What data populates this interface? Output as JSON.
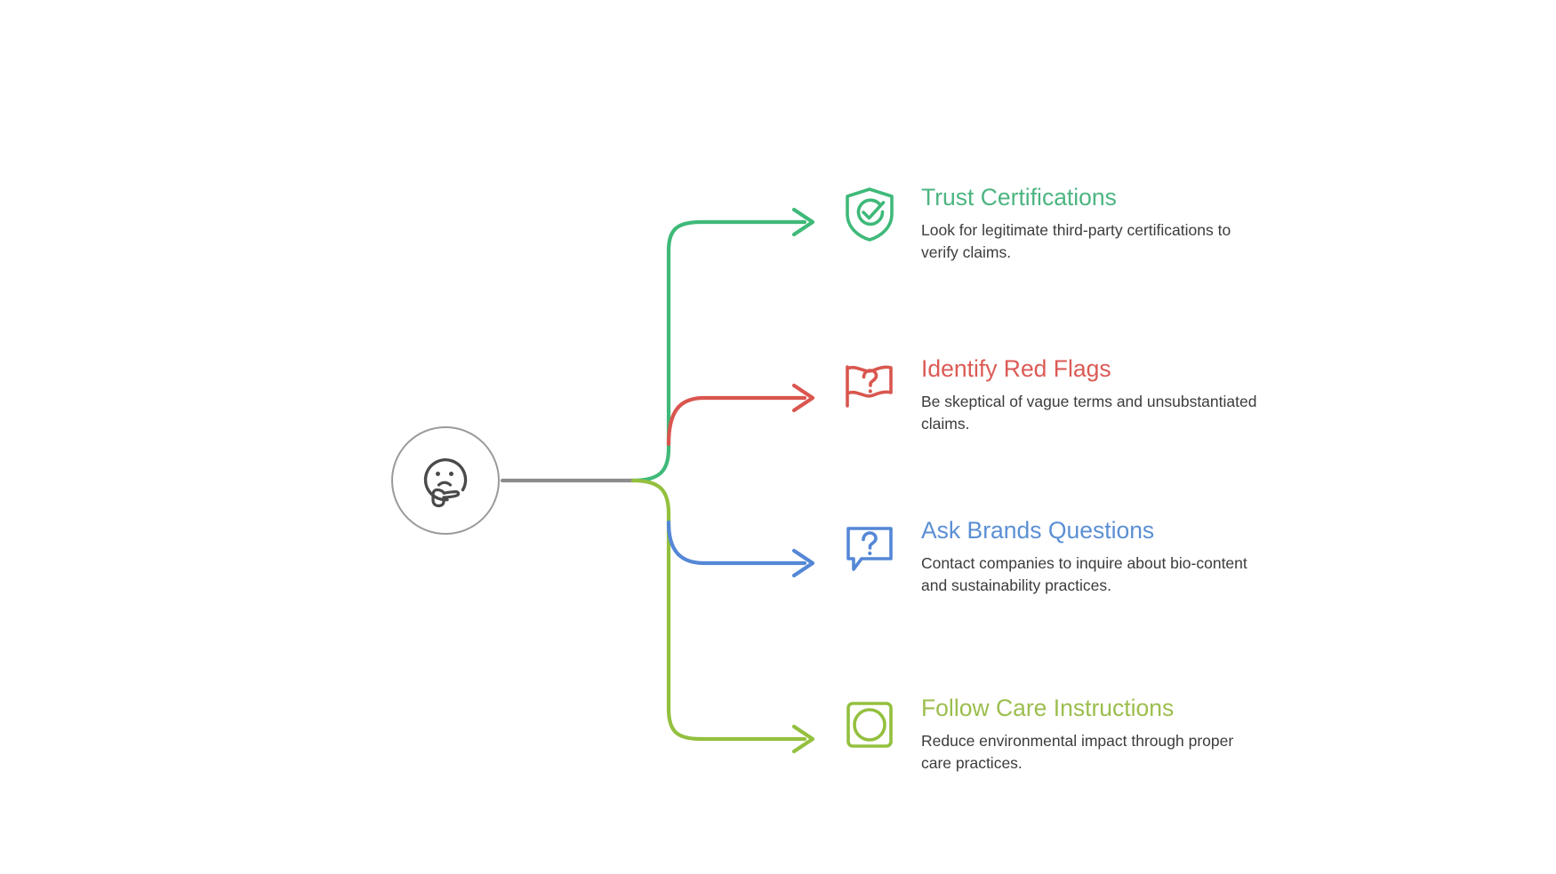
{
  "diagram": {
    "type": "radial-branch-mindmap",
    "background_color": "#ffffff",
    "hub": {
      "icon": "thinking-face-icon",
      "outline_color": "#9a9a9a",
      "stroke_color": "#4a4a4a",
      "label": ""
    },
    "trunk": {
      "color": "#8c8c8c",
      "description": "horizontal grey stem from hub to branch junction"
    },
    "branches": [
      {
        "id": "trust-certifications",
        "title": "Trust Certifications",
        "description": "Look for legitimate third-party certifications to verify claims.",
        "color": "#4CB581",
        "icon": "shield-check-icon",
        "connector": "elbow-up-arrow"
      },
      {
        "id": "identify-red-flags",
        "title": "Identify Red Flags",
        "description": "Be skeptical of vague terms and unsubstantiated claims.",
        "color": "#DB5B56",
        "icon": "flag-question-icon",
        "connector": "elbow-up-arrow"
      },
      {
        "id": "ask-brands-questions",
        "title": "Ask Brands Questions",
        "description": "Contact companies to inquire about bio-content and sustainability practices.",
        "color": "#5B8FD4",
        "icon": "speech-bubble-question-icon",
        "connector": "elbow-down-arrow"
      },
      {
        "id": "follow-care-instructions",
        "title": "Follow Care Instructions",
        "description": "Reduce environmental impact through proper care practices.",
        "color": "#9CBE4E",
        "icon": "laundry-care-symbol-icon",
        "connector": "elbow-down-arrow"
      }
    ]
  }
}
